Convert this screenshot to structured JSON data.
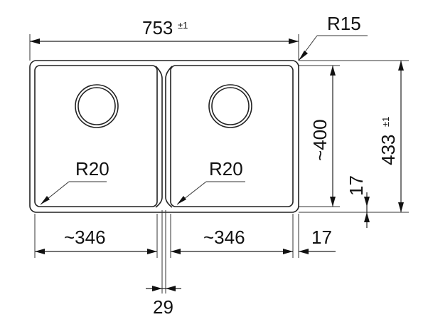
{
  "dimensions": {
    "overall_width": {
      "value": "753",
      "tolerance": "±1"
    },
    "corner_radius_outer": "R15",
    "overall_height": {
      "value": "433",
      "tolerance": "±1"
    },
    "bowl_height": "~400",
    "top_flange": "17",
    "bowl_left_width": "~346",
    "bowl_right_width": "~346",
    "right_flange": "17",
    "divider_width": "29",
    "bowl_left_radius": "R20",
    "bowl_right_radius": "R20"
  }
}
